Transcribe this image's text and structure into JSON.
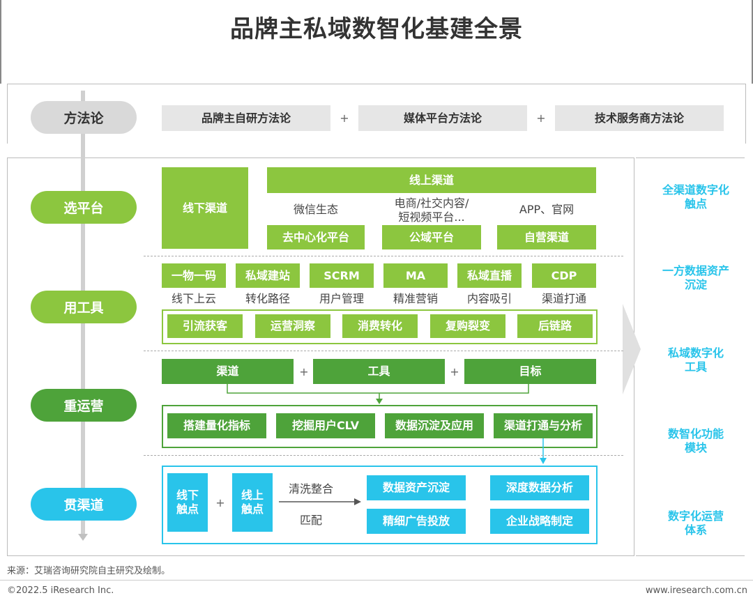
{
  "title": "品牌主私域数智化基建全景",
  "methodology": {
    "label": "方法论",
    "items": [
      "品牌主自研方法论",
      "媒体平台方法论",
      "技术服务商方法论"
    ],
    "plus": "+"
  },
  "layers": {
    "platform": "选平台",
    "tools": "用工具",
    "operation": "重运营",
    "channel": "贯渠道"
  },
  "platform_section": {
    "offline": "线下渠道",
    "online": "线上渠道",
    "desc": [
      "微信生态",
      "电商/社交内容/\n短视频平台...",
      "APP、官网"
    ],
    "types": [
      "去中心化平台",
      "公域平台",
      "自营渠道"
    ]
  },
  "tools_section": {
    "tools": [
      {
        "name": "一物一码",
        "desc": "线下上云"
      },
      {
        "name": "私域建站",
        "desc": "转化路径"
      },
      {
        "name": "SCRM",
        "desc": "用户管理"
      },
      {
        "name": "MA",
        "desc": "精准营销"
      },
      {
        "name": "私域直播",
        "desc": "内容吸引"
      },
      {
        "name": "CDP",
        "desc": "渠道打通"
      }
    ],
    "goals": [
      "引流获客",
      "运营洞察",
      "消费转化",
      "复购裂变",
      "后链路"
    ]
  },
  "operation_section": {
    "inputs": [
      "渠道",
      "工具",
      "目标"
    ],
    "plus": "+",
    "outputs": [
      "搭建量化指标",
      "挖掘用户CLV",
      "数据沉淀及应用",
      "渠道打通与分析"
    ]
  },
  "channel_section": {
    "offline_touch": "线下\n触点",
    "online_touch": "线上\n触点",
    "plus": "+",
    "process": [
      "清洗整合",
      "匹配"
    ],
    "results": [
      "数据资产沉淀",
      "深度数据分析",
      "精细广告投放",
      "企业战略制定"
    ]
  },
  "right_labels": [
    "全渠道数字化\n触点",
    "一方数据资产\n沉淀",
    "私域数字化\n工具",
    "数智化功能\n模块",
    "数字化运营\n体系"
  ],
  "footer": {
    "source": "来源：艾瑞咨询研究院自主研究及绘制。",
    "copyright": "©2022.5 iResearch Inc.",
    "website": "www.iresearch.com.cn"
  },
  "colors": {
    "light_green": "#8cc63f",
    "dark_green": "#4ea33a",
    "blue": "#29c4ea",
    "grey": "#d9d9d9"
  }
}
